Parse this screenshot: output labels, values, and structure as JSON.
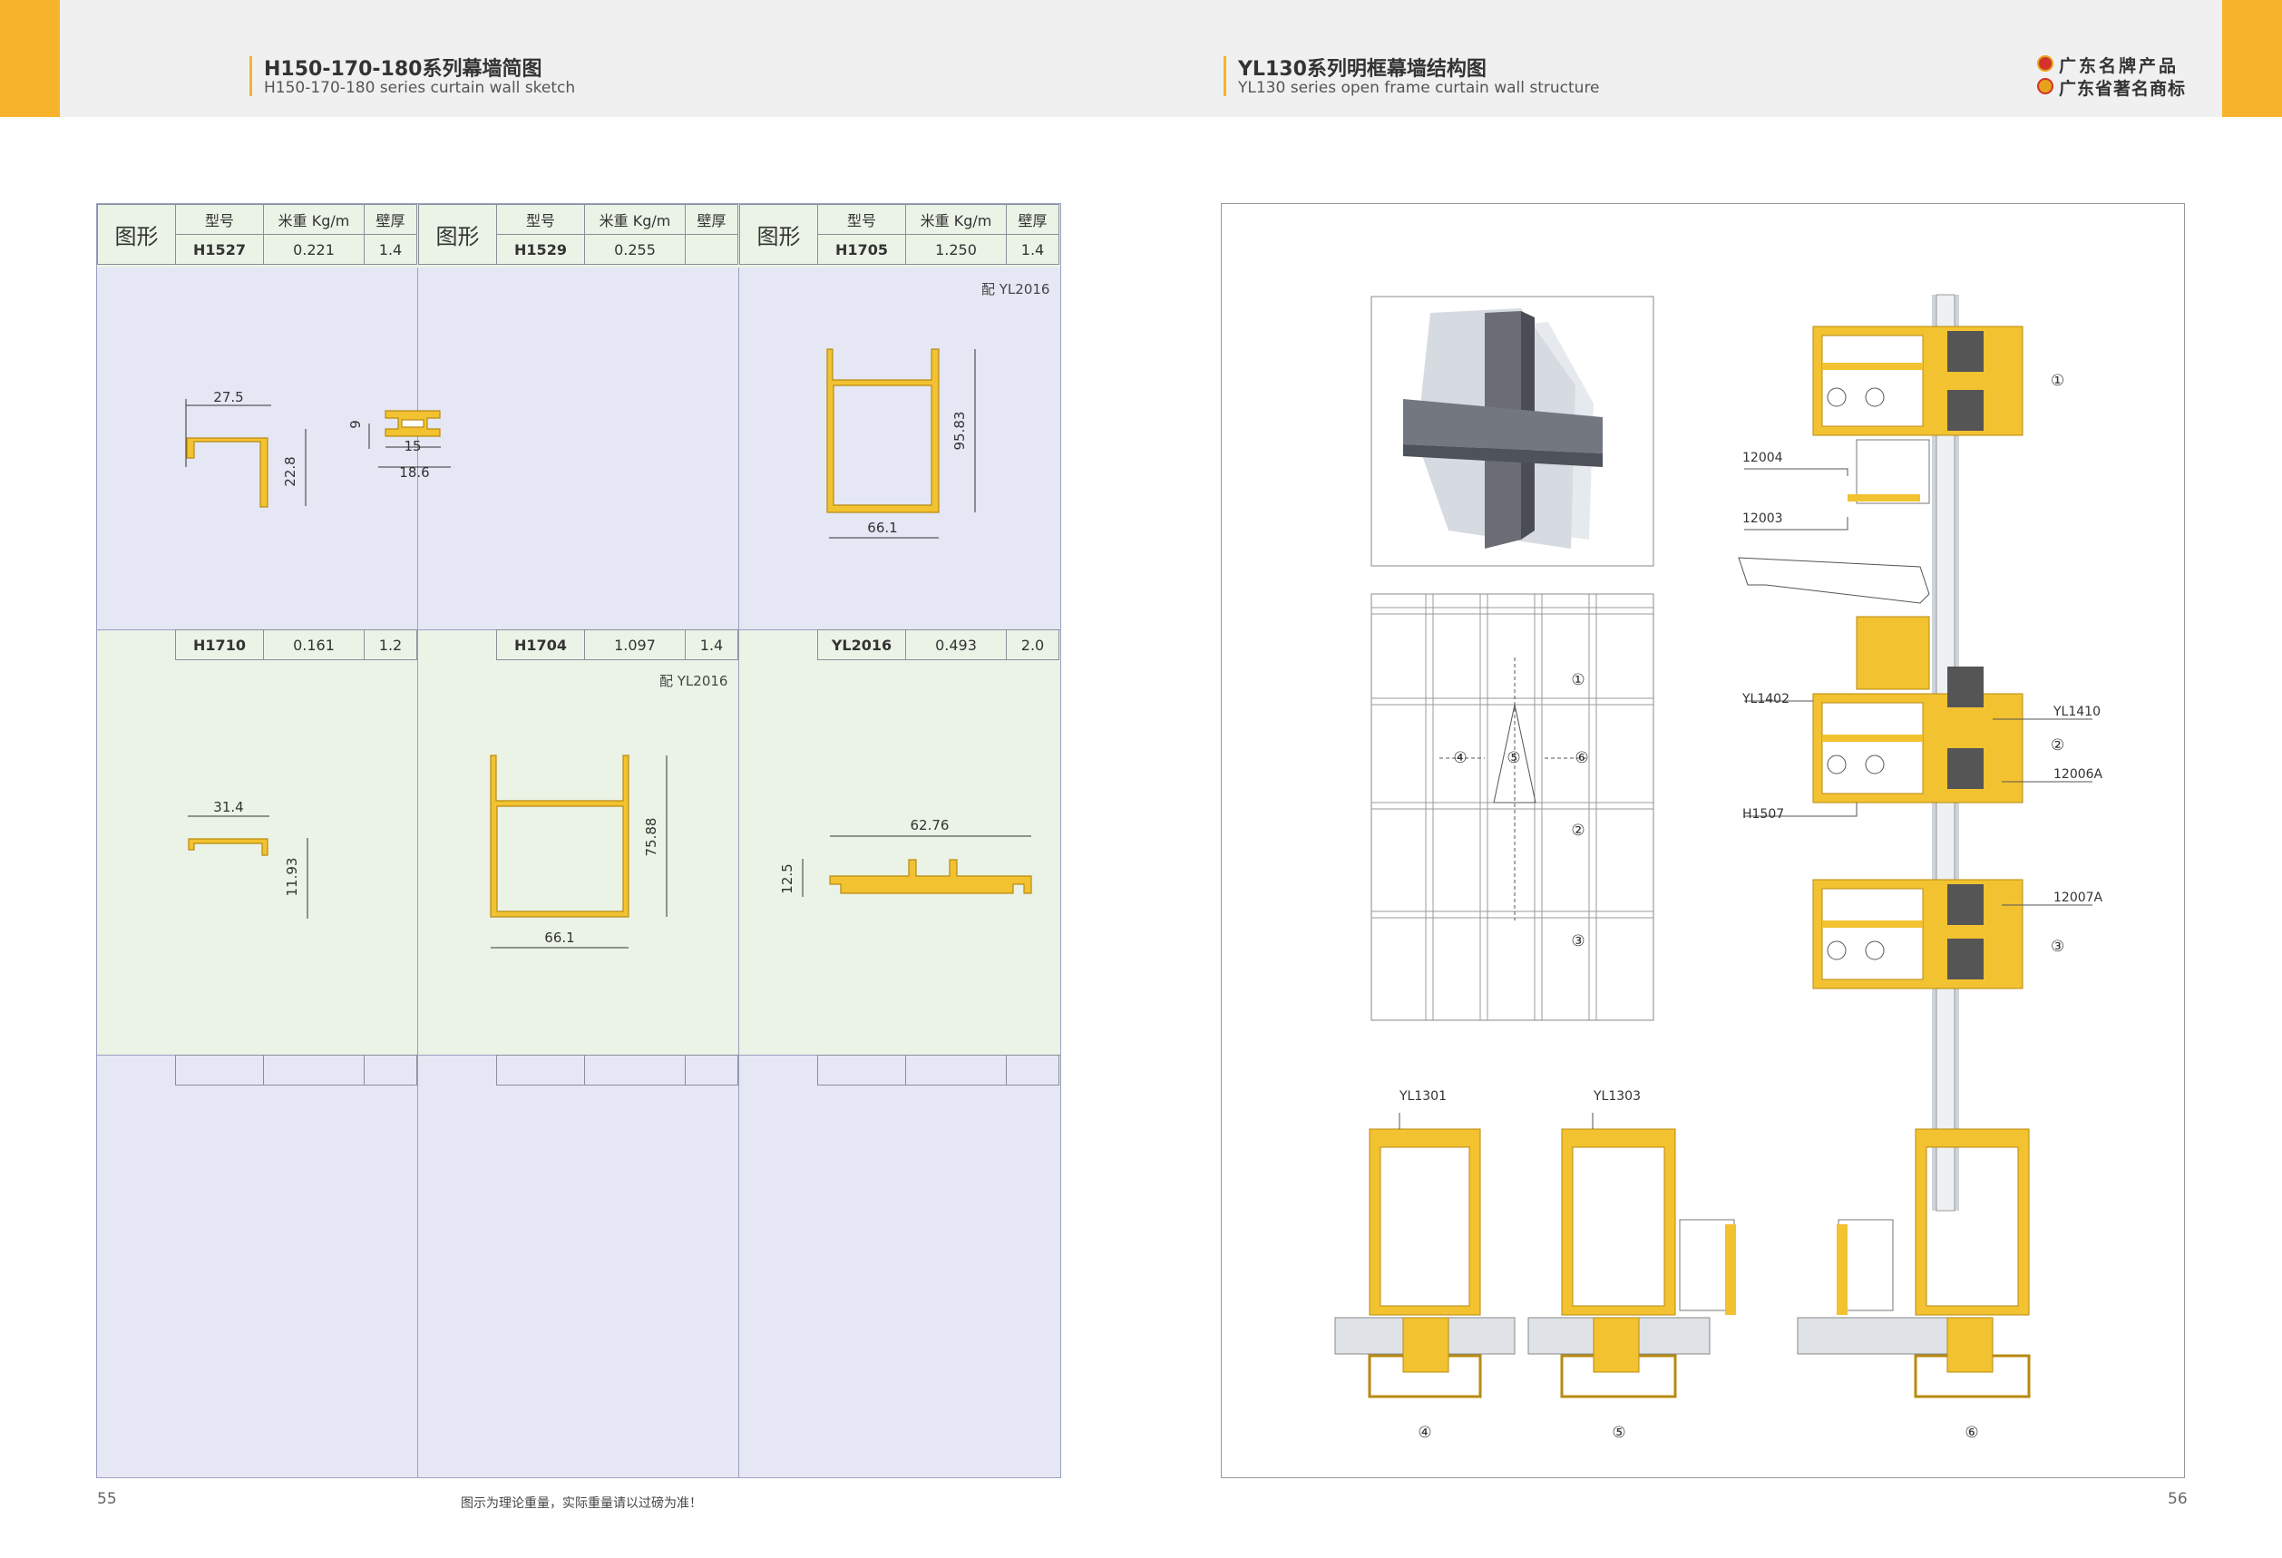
{
  "header": {
    "left_title": "H150-170-180系列幕墙简图",
    "left_subtitle": "H150-170-180 series curtain wall sketch",
    "right_title": "YL130系列明框幕墙结构图",
    "right_subtitle": "YL130 series open frame curtain wall structure",
    "badge1": "广东名牌产品",
    "badge2": "广东省著名商标"
  },
  "table": {
    "shape_label": "图形",
    "col_model": "型号",
    "col_weight": "米重 Kg/m",
    "col_thickness": "壁厚",
    "profiles": [
      {
        "model": "H1527",
        "weight": "0.221",
        "thickness": "1.4",
        "note": "",
        "dims": [
          "27.5",
          "22.8"
        ]
      },
      {
        "model": "H1529",
        "weight": "0.255",
        "thickness": "",
        "note": "",
        "dims": [
          "9",
          "15",
          "18.6"
        ]
      },
      {
        "model": "H1705",
        "weight": "1.250",
        "thickness": "1.4",
        "note": "配 YL2016",
        "dims": [
          "95.83",
          "66.1"
        ]
      },
      {
        "model": "H1710",
        "weight": "0.161",
        "thickness": "1.2",
        "note": "",
        "dims": [
          "31.4",
          "11.93"
        ]
      },
      {
        "model": "H1704",
        "weight": "1.097",
        "thickness": "1.4",
        "note": "配 YL2016",
        "dims": [
          "75.88",
          "66.1"
        ]
      },
      {
        "model": "YL2016",
        "weight": "0.493",
        "thickness": "2.0",
        "note": "",
        "dims": [
          "62.76",
          "12.5"
        ]
      }
    ]
  },
  "elevation_marks": [
    "①",
    "②",
    "③",
    "④",
    "⑤",
    "⑥"
  ],
  "section_callouts": {
    "c12004": "12004",
    "c12003": "12003",
    "yl1402": "YL1402",
    "yl1410": "YL1410",
    "c12006a": "12006A",
    "h1507": "H1507",
    "c12007a": "12007A",
    "yl1301": "YL1301",
    "yl1303": "YL1303"
  },
  "footer": {
    "page_left": "55",
    "page_right": "56",
    "note": "图示为理论重量，实际重量请以过磅为准！"
  },
  "colors": {
    "accent": "#f7b32b",
    "profile": "#f2c230",
    "blue_cell": "#e5e7f4",
    "green_cell": "#eaf3e6"
  }
}
